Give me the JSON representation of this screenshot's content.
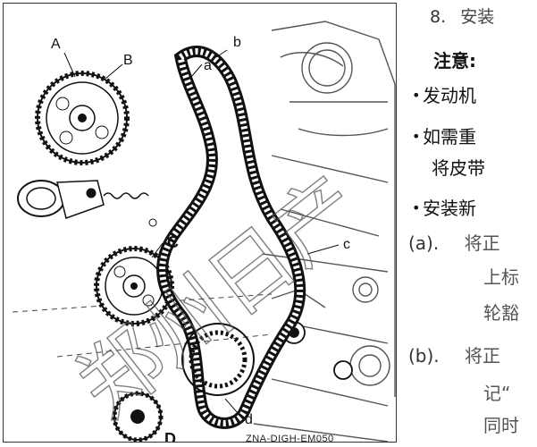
{
  "figure": {
    "callouts": {
      "A": "A",
      "B": "B",
      "C": "C",
      "D": "D",
      "a": "a",
      "b": "b",
      "c": "c",
      "d": "d"
    },
    "figure_code": "ZNA-DIGH-EM050"
  },
  "text": {
    "step_number": "8.",
    "step_title": "安装",
    "note_heading": "注意:",
    "bullets": [
      "发动机",
      "如需重",
      "安装新"
    ],
    "bullet_2_cont": "将皮带",
    "subitems": [
      {
        "marker": "(a).",
        "lines": [
          "将正",
          "上标",
          "轮豁"
        ]
      },
      {
        "marker": "(b).",
        "lines": [
          "将正",
          "记“",
          "同时"
        ]
      }
    ]
  },
  "watermark_text": "郑州日产"
}
